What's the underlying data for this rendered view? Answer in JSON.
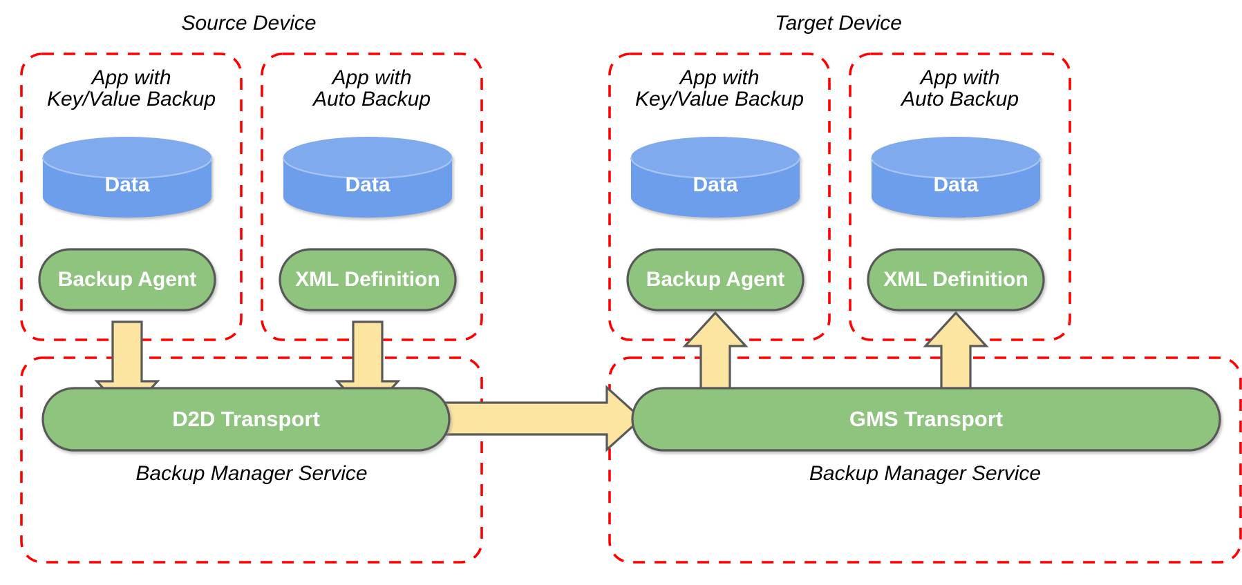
{
  "diagram": {
    "title_left": "Source Device",
    "title_right": "Target Device",
    "colors": {
      "dashed_border": "#FF0000",
      "cylinder_fill": "#6D9EEB",
      "cylinder_top": "#7FAAEE",
      "cylinder_stroke": "#A9C4F2",
      "pill_fill": "#8FC47E",
      "pill_stroke": "#595959",
      "arrow_fill": "#FCE5A0",
      "arrow_stroke": "#595959",
      "shape_text": "#FFFFFF",
      "label_text": "#000000",
      "background": "#FFFFFF"
    }
  },
  "devices": [
    {
      "name": "source-device",
      "title": "Source Device",
      "apps": [
        {
          "name": "app-key-value-backup",
          "title_line1": "App with",
          "title_line2": "Key/Value Backup",
          "data_label": "Data",
          "component_label": "Backup Agent"
        },
        {
          "name": "app-auto-backup",
          "title_line1": "App with",
          "title_line2": "Auto Backup",
          "data_label": "Data",
          "component_label": "XML Definition"
        }
      ],
      "service": {
        "name": "backup-manager-service-source",
        "transport_label": "D2D Transport",
        "caption": "Backup Manager Service"
      }
    },
    {
      "name": "target-device",
      "title": "Target Device",
      "apps": [
        {
          "name": "app-key-value-backup",
          "title_line1": "App with",
          "title_line2": "Key/Value Backup",
          "data_label": "Data",
          "component_label": "Backup Agent"
        },
        {
          "name": "app-auto-backup",
          "title_line1": "App with",
          "title_line2": "Auto Backup",
          "data_label": "Data",
          "component_label": "XML Definition"
        }
      ],
      "service": {
        "name": "backup-manager-service-target",
        "transport_label": "GMS Transport",
        "caption": "Backup Manager Service"
      }
    }
  ],
  "arrows": [
    {
      "name": "arrow-backup-agent-to-d2d",
      "direction": "down",
      "from": "Backup Agent (source)",
      "to": "D2D Transport"
    },
    {
      "name": "arrow-xml-definition-to-d2d",
      "direction": "down",
      "from": "XML Definition (source)",
      "to": "D2D Transport"
    },
    {
      "name": "arrow-d2d-to-gms",
      "direction": "right",
      "from": "D2D Transport",
      "to": "GMS Transport"
    },
    {
      "name": "arrow-gms-to-backup-agent",
      "direction": "up",
      "from": "GMS Transport",
      "to": "Backup Agent (target)"
    },
    {
      "name": "arrow-gms-to-xml-definition",
      "direction": "up",
      "from": "GMS Transport",
      "to": "XML Definition (target)"
    }
  ]
}
